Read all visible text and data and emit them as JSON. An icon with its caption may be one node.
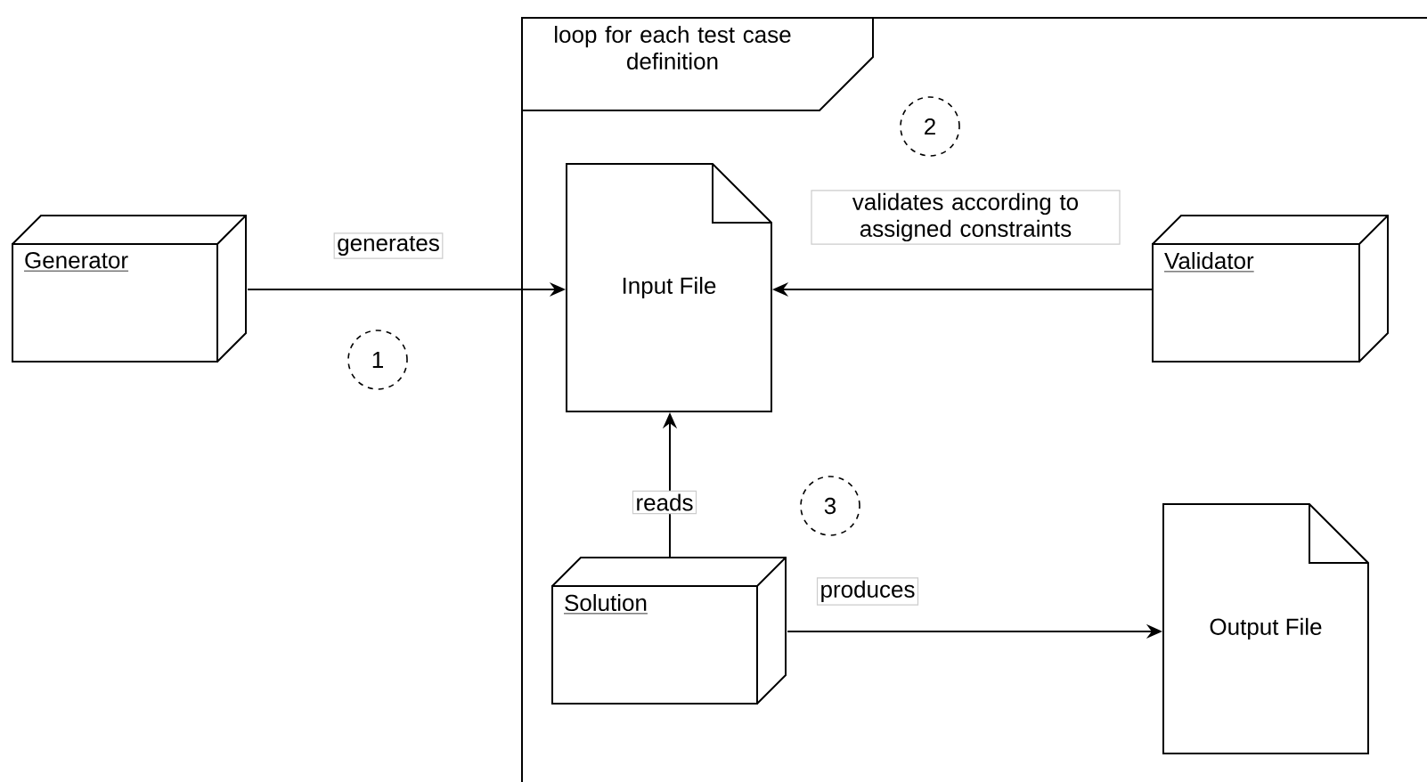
{
  "diagram": {
    "nodes": [
      {
        "text": [
          "loop for each test case definition"
        ]
      },
      {
        "text": [
          "Generator"
        ]
      },
      {
        "text": [
          "Input File"
        ],
        "in": 0
      },
      {
        "text": [
          "1"
        ]
      },
      {
        "text": [
          "2"
        ],
        "in": 0
      },
      {
        "text": [
          "Validator"
        ],
        "in": 0
      },
      {
        "text": [
          "Solution"
        ],
        "in": 0
      },
      {
        "text": [
          "3"
        ],
        "in": 0
      },
      {
        "text": [
          "Output File"
        ],
        "in": 0
      }
    ],
    "edges": [
      {
        "from": 1,
        "to": 2,
        "arrow": "to",
        "label": "generates"
      },
      {
        "from": 5,
        "to": 2,
        "arrow": "to",
        "label": "validates according to assigned constraints"
      },
      {
        "from": 6,
        "to": 2,
        "arrow": "to",
        "label": "reads"
      },
      {
        "from": 6,
        "to": 8,
        "arrow": "to",
        "label": "produces"
      }
    ]
  }
}
